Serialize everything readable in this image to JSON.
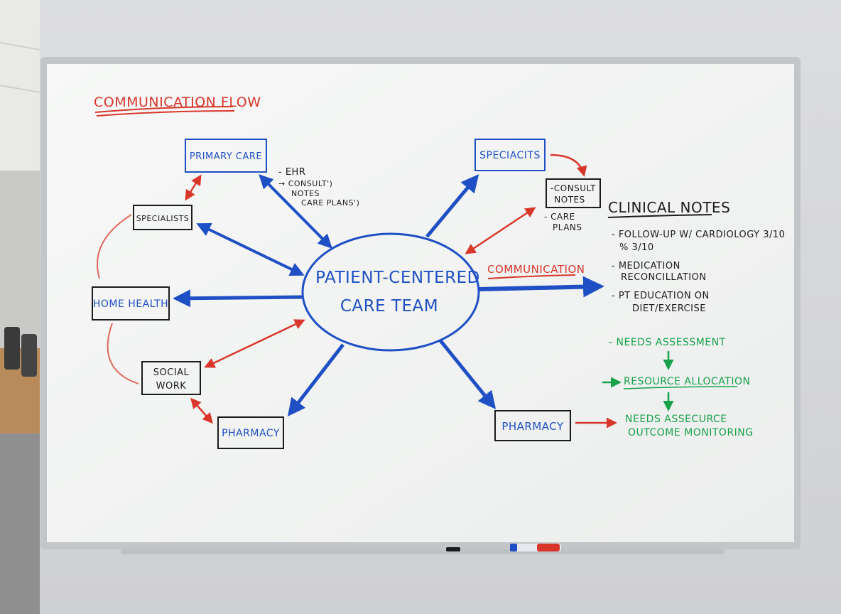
{
  "colors": {
    "blue": "#1f4fc4",
    "red": "#d9362b",
    "green": "#17a14a",
    "black": "#1b1b1b",
    "wall": "#d7d8da",
    "board": "#f3f4f3",
    "frame": "#b9bcbf"
  },
  "board": {
    "heading": "COMMUNICATION FLOW",
    "center": {
      "line1": "PATIENT-CENTERED",
      "line2": "CARE TEAM"
    },
    "left_nodes": {
      "primary_care": "PRIMARY CARE",
      "specialists": "SPECIALISTS",
      "home_health": "HOME HEALTH",
      "social_work_line1": "SOCIAL",
      "social_work_line2": "WORK",
      "pharmacy": "PHARMACY"
    },
    "primary_notes": [
      "- EHR",
      "→ CONSULT')",
      "NOTES",
      "CARE PLANS')"
    ],
    "right_nodes": {
      "specialists": "SPECIACITS",
      "consult_line1": "-CONSULT",
      "consult_line2": "NOTES",
      "care_plans_line1": "- CARE",
      "care_plans_line2": "PLANS",
      "pharmacy": "PHARMACY"
    },
    "communication_label": "COMMUNICATION",
    "clinical_notes": {
      "title": "CLINICAL NOTES",
      "lines": [
        "- FOLLOW-UP W/ CARDIOLOGY 3/10",
        "%  3/10",
        "- MEDICATION",
        "RECONCILLATION",
        "- PT EDUCATION ON",
        "DIET/EXERCISE"
      ]
    },
    "green_flow": {
      "step1": "- NEEDS ASSESSMENT",
      "step2": "RESOURCE ALLOCATION",
      "step3_line1": "NEEDS ASSECURCE",
      "step3_line2": "OUTCOME MONITORING"
    }
  }
}
